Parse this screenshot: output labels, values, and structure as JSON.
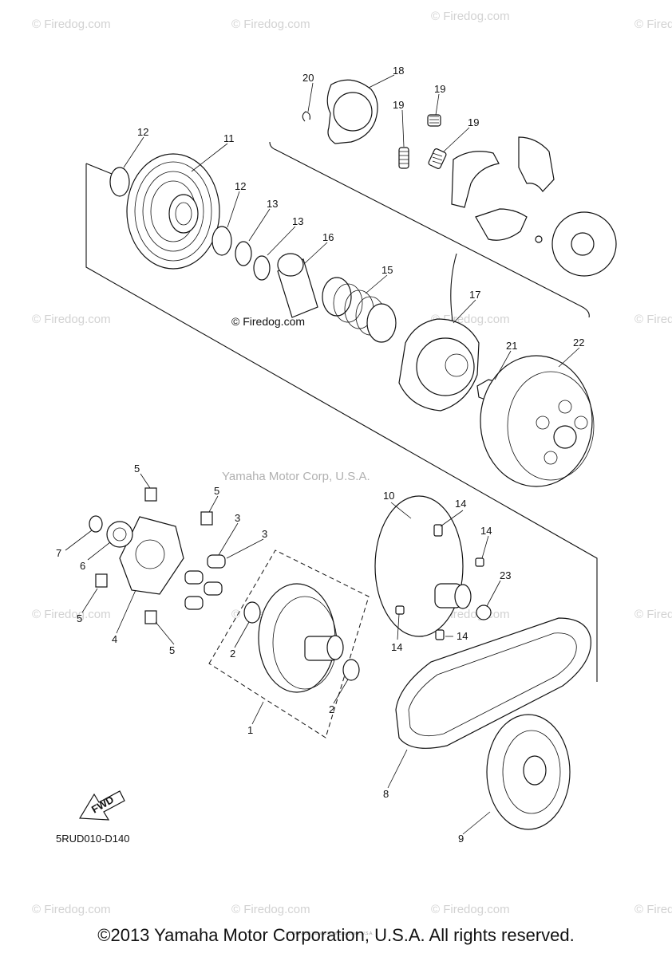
{
  "watermark": {
    "text": "© Firedog.com"
  },
  "diagram": {
    "callouts": [
      "1",
      "2",
      "3",
      "4",
      "5",
      "6",
      "7",
      "8",
      "9",
      "10",
      "11",
      "12",
      "13",
      "14",
      "15",
      "16",
      "17",
      "18",
      "19",
      "20",
      "21",
      "22",
      "23"
    ],
    "center_mark": "Yamaha Motor Corp, U.S.A.",
    "inline_watermark": "© Firedog.com",
    "fwd_label": "FWD",
    "diagram_code": "5RUD010-D140",
    "small_print": "(c) 2005-2015 Yamaha Motor Corporation, U.S.A."
  },
  "footer": {
    "copyright": "©2013 Yamaha Motor Corporation, U.S.A. All rights reserved."
  }
}
